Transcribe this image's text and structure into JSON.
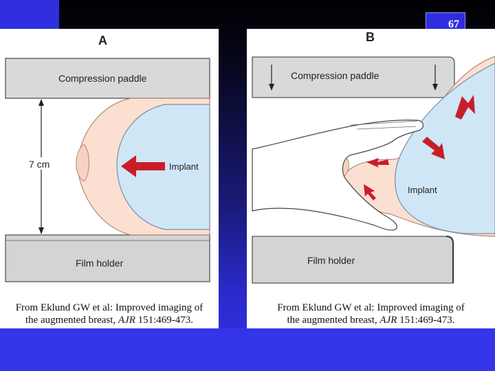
{
  "page_number": "67",
  "panel_a": {
    "label": "A",
    "compression_paddle": "Compression paddle",
    "measurement": "7 cm",
    "implant": "Implant",
    "film_holder": "Film holder",
    "caption_line1": "From Eklund GW et al: Improved imaging of",
    "caption_line2_prefix": "the augmented breast, ",
    "caption_journal": "AJR",
    "caption_line2_suffix": " 151:469-473."
  },
  "panel_b": {
    "label": "B",
    "compression_paddle": "Compression paddle",
    "implant": "Implant",
    "film_holder": "Film holder",
    "caption_line1": "From Eklund GW et al: Improved imaging of",
    "caption_line2_prefix": "the augmented breast, ",
    "caption_journal": "AJR",
    "caption_line2_suffix": " 151:469-473."
  },
  "colors": {
    "breast_tissue": "#fbe0d2",
    "implant": "#cfe6f7",
    "arrow": "#c81e2a",
    "paddle": "#d9d9d9",
    "film_holder": "#d4d4d4"
  }
}
